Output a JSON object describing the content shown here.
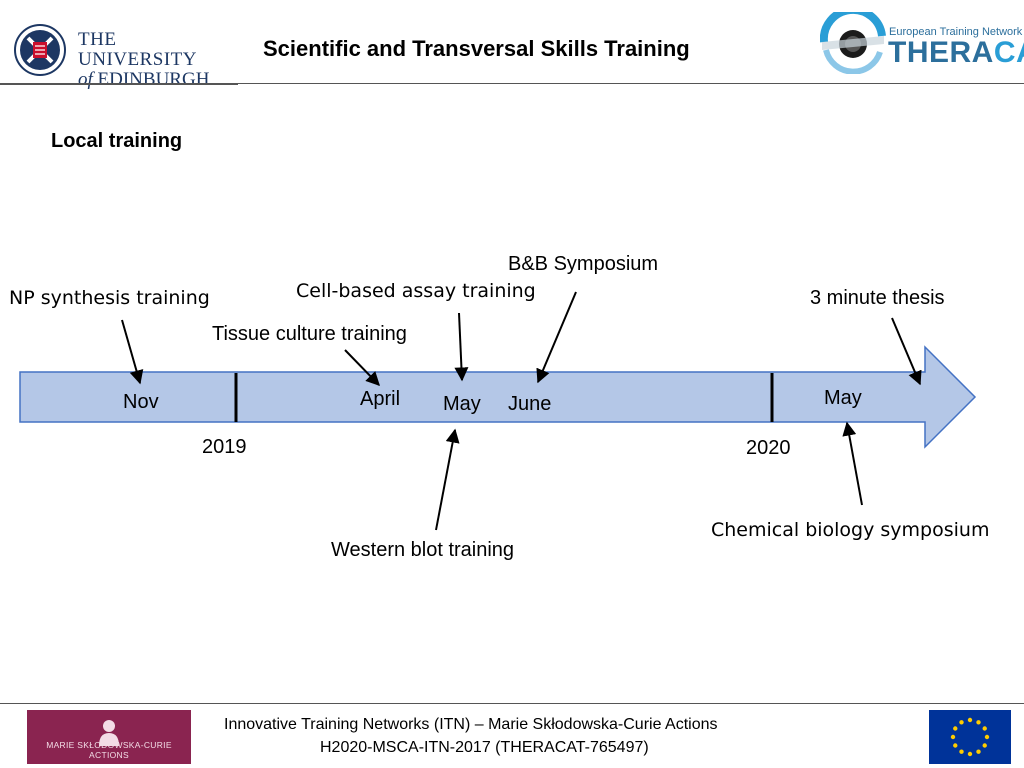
{
  "header": {
    "university_line1": "THE UNIVERSITY",
    "university_of": "of",
    "university_line2": "EDINBURGH",
    "title": "Scientific and Transversal Skills Training",
    "theracat_tagline": "European Training Network",
    "theracat_name_a": "THERA",
    "theracat_name_b": "CAT"
  },
  "section": {
    "title": "Local training"
  },
  "timeline": {
    "months": {
      "nov": "Nov",
      "april": "April",
      "may1": "May",
      "june": "June",
      "may2": "May"
    },
    "years": {
      "y2019": "2019",
      "y2020": "2020"
    },
    "events": {
      "np_synthesis": "NP synthesis training",
      "cell_assay": "Cell-based assay training",
      "bb_symposium": "B&B Symposium",
      "tissue_culture": "Tissue culture training",
      "three_minute_thesis": "3 minute thesis",
      "western_blot": "Western blot training",
      "chem_bio_symposium": "Chemical biology symposium"
    },
    "colors": {
      "arrow_fill": "#b4c7e7",
      "arrow_stroke": "#4472c4"
    }
  },
  "footer": {
    "msca_label": "MARIE SKŁODOWSKA-CURIE ACTIONS",
    "line1": "Innovative Training Networks (ITN) – Marie Skłodowska-Curie Actions",
    "line2": "H2020-MSCA-ITN-2017 (THERACAT-765497)"
  }
}
